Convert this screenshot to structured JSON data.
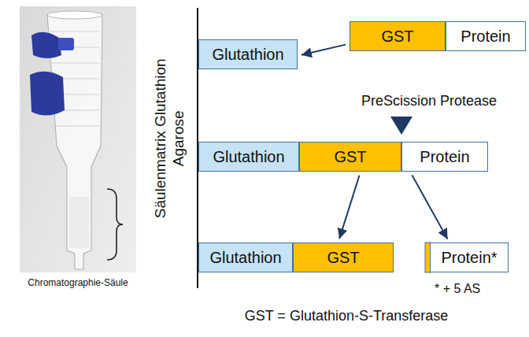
{
  "diagram": {
    "nodes": [
      {
        "text": [
          "GST"
        ]
      },
      {
        "text": [
          "Protein"
        ]
      },
      {
        "text": [
          "Glutathion"
        ]
      },
      {
        "text": [
          "Glutathion"
        ]
      },
      {
        "text": [
          "GST"
        ]
      },
      {
        "text": [
          "Protein"
        ]
      },
      {
        "text": [
          "Glutathion"
        ]
      },
      {
        "text": [
          "GST"
        ]
      },
      {
        "text": [
          "Protein*"
        ]
      }
    ],
    "edges": [
      {
        "from": 0,
        "to": 2,
        "arrow": "to"
      },
      {
        "from": 4,
        "to": 7,
        "arrow": "to"
      },
      {
        "from": 5,
        "to": 8,
        "arrow": "to"
      }
    ],
    "labels": [
      "Säulenmatrix Glutathion Agarose",
      "PreScission Protease",
      "Chromatographie-Säule",
      "* + 5 AS",
      "GST = Glutathion-S-Transferase"
    ]
  }
}
